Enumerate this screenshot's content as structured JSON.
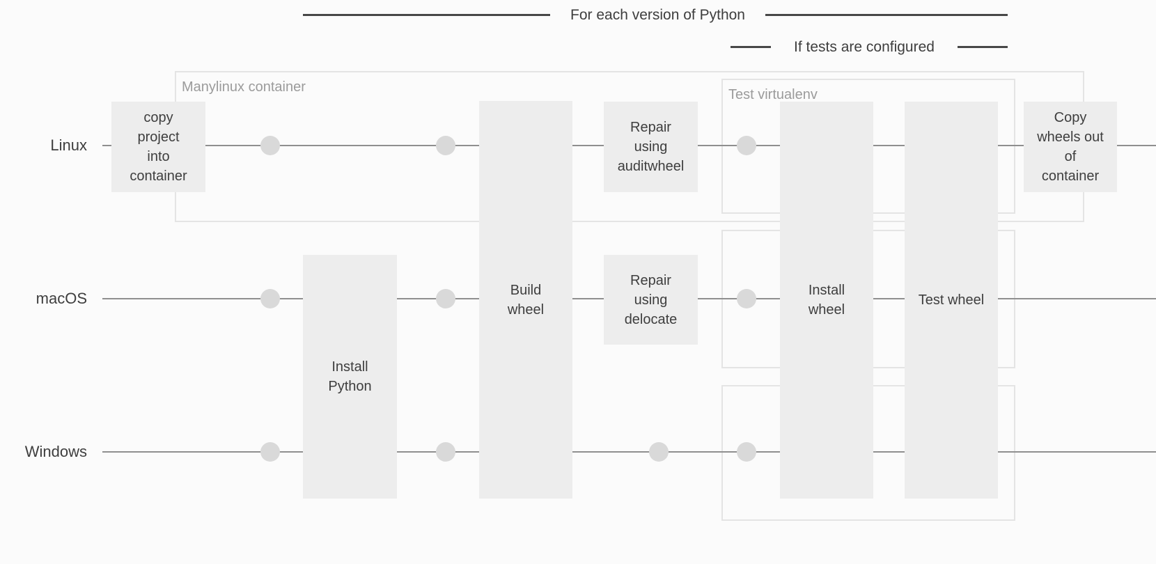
{
  "diagram": {
    "brackets": {
      "for_each_version": "For each version of Python",
      "if_tests_configured": "If tests are configured"
    },
    "lanes": {
      "linux": "Linux",
      "macos": "macOS",
      "windows": "Windows"
    },
    "containers": {
      "manylinux": "Manylinux container",
      "test_virtualenv": "Test virtualenv"
    },
    "steps": {
      "copy_project": "copy\nproject\ninto\ncontainer",
      "install_python": "Install\nPython",
      "build_wheel": "Build\nwheel",
      "repair_auditwheel": "Repair\nusing\nauditwheel",
      "repair_delocate": "Repair\nusing\ndelocate",
      "install_wheel": "Install\nwheel",
      "test_wheel": "Test wheel",
      "copy_wheels_out": "Copy\nwheels out\nof\ncontainer"
    },
    "colors": {
      "background": "#fbfbfb",
      "step_fill": "#ededed",
      "step_text": "#3e3e3e",
      "lane_line": "#8f8f8f",
      "container_border": "#e4e4e4",
      "container_label": "#9b9b9b",
      "bracket_line": "#474747",
      "junction_dot": "#d9d9d9"
    }
  }
}
